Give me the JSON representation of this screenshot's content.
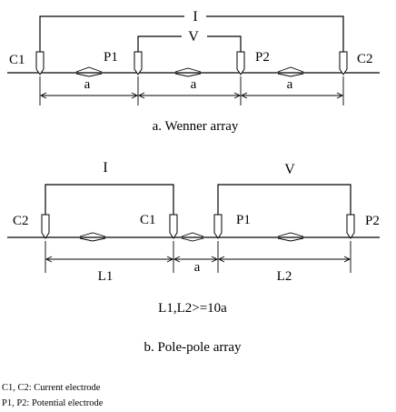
{
  "wenner": {
    "current_label": "I",
    "voltage_label": "V",
    "electrodes": {
      "c1": "C1",
      "p1": "P1",
      "p2": "P2",
      "c2": "C2"
    },
    "spacing": [
      "a",
      "a",
      "a"
    ],
    "caption": "a. Wenner array"
  },
  "pole_pole": {
    "current_label": "I",
    "voltage_label": "V",
    "electrodes": {
      "c2": "C2",
      "c1": "C1",
      "p1": "P1",
      "p2": "P2"
    },
    "spacing": [
      "L1",
      "a",
      "L2"
    ],
    "condition": "L1,L2>=10a",
    "caption": "b. Pole-pole array"
  },
  "legend": {
    "current": "C1, C2: Current electrode",
    "potential": "P1, P2: Potential electrode"
  }
}
